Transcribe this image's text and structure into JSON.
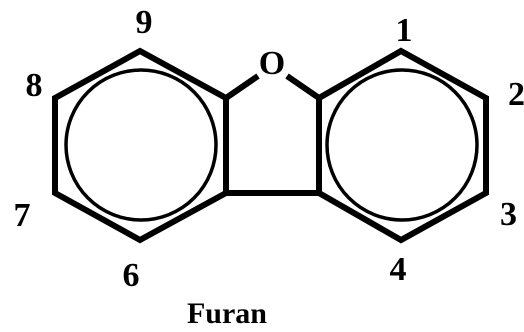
{
  "diagram": {
    "heteroatom": "O",
    "position_labels": {
      "p1": "1",
      "p2": "2",
      "p3": "3",
      "p4": "4",
      "p6": "6",
      "p7": "7",
      "p8": "8",
      "p9": "9"
    },
    "caption": "Furan",
    "colors": {
      "stroke": "#000000",
      "background": "#ffffff"
    }
  }
}
